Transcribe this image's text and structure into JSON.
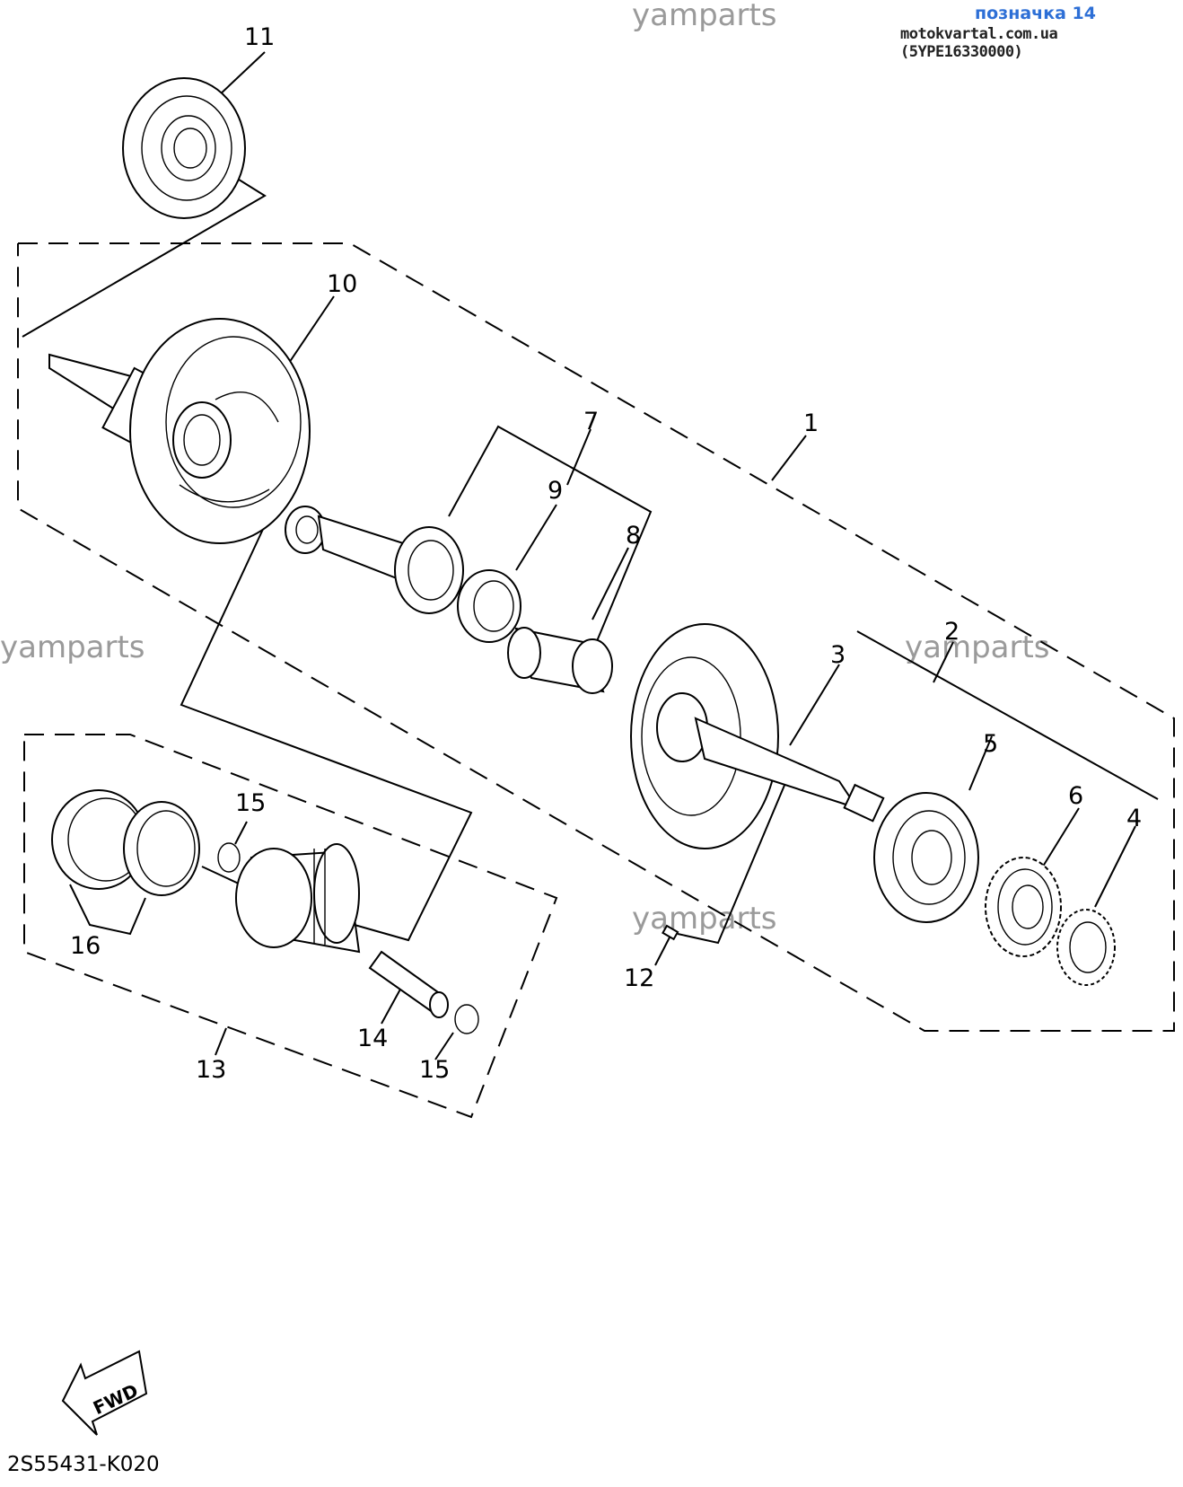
{
  "header": {
    "label": "позначка 14",
    "site": "motokvartal.com.ua (5YPE16330000)"
  },
  "watermark": "yamparts",
  "callouts": [
    "1",
    "2",
    "3",
    "4",
    "5",
    "6",
    "7",
    "8",
    "9",
    "10",
    "11",
    "12",
    "13",
    "14",
    "15",
    "15",
    "16"
  ],
  "fwd_label": "FWD",
  "diagram_code": "2S55431-K020"
}
